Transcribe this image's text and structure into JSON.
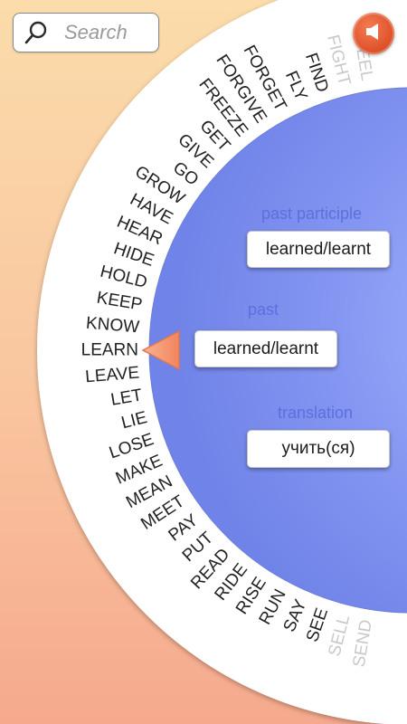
{
  "search": {
    "placeholder": "Search"
  },
  "sound_button": {
    "icon": "speaker-icon"
  },
  "colors": {
    "accent": "#5d6fdc",
    "wheel_blue": "#7f92f0",
    "pointer": "#f59a79",
    "sound": "#e0552e"
  },
  "wheel": {
    "selected_verb": "LEARN",
    "verbs": [
      "FEEL",
      "FIGHT",
      "FIND",
      "FLY",
      "FORGET",
      "FORGIVE",
      "FREEZE",
      "GET",
      "GIVE",
      "GO",
      "GROW",
      "HAVE",
      "HEAR",
      "HIDE",
      "HOLD",
      "KEEP",
      "KNOW",
      "LEARN",
      "LEAVE",
      "LET",
      "LIE",
      "LOSE",
      "MAKE",
      "MEAN",
      "MEET",
      "PAY",
      "PUT",
      "READ",
      "RIDE",
      "RISE",
      "RUN",
      "SAY",
      "SEE",
      "SELL",
      "SEND"
    ],
    "faded_verbs": [
      "FEEL",
      "FIGHT",
      "SEND",
      "SELL"
    ]
  },
  "past_participle": {
    "label": "past participle",
    "value": "learned/learnt"
  },
  "past": {
    "label": "past",
    "value": "learned/learnt"
  },
  "translation": {
    "label": "translation",
    "value": "учить(ся)"
  }
}
